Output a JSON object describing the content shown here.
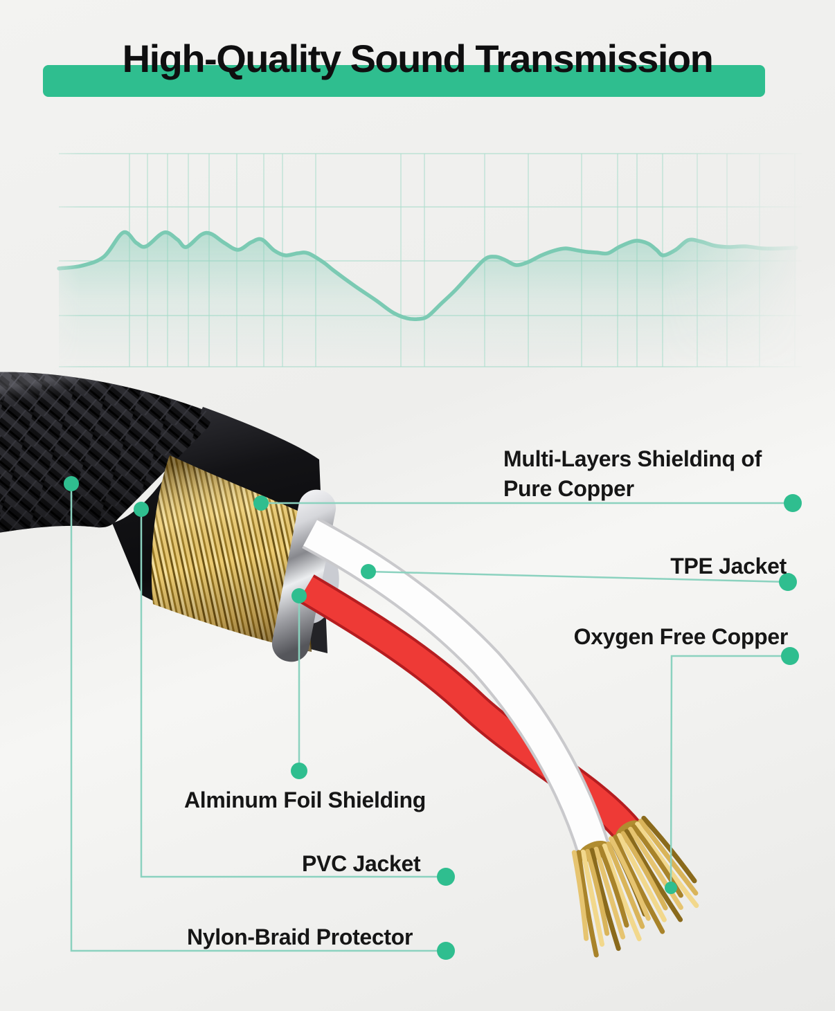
{
  "title": {
    "text": "High-Quality Sound Transmission"
  },
  "colors": {
    "accent_green": "#2fbe8f",
    "connector_line": "#8bd2bf",
    "wave_stroke": "#7bcab3",
    "grid_line": "#a9dccb",
    "text": "#161616",
    "wire_red": "#ee3a36",
    "copper_gold": "#d9b45a"
  },
  "labels": {
    "multi_layers_line1": "Multi-Layers Shieldinq of",
    "multi_layers_line2": "Pure Copper",
    "tpe": "TPE Jacket",
    "oxygen": "Oxygen Free Copper",
    "aluminum": "Alminum Foil Shielding",
    "pvc": "PVC Jacket",
    "nylon": "Nylon-Braid Protector"
  },
  "waveform": {
    "type": "area",
    "title": "",
    "x_range": [
      85,
      1158
    ],
    "y_range": [
      222,
      530
    ],
    "grid_x": [
      187,
      213,
      242,
      272,
      302,
      342,
      381,
      408,
      456,
      579,
      613,
      700,
      763,
      840,
      892,
      920,
      957,
      1007,
      1050,
      1097,
      1148
    ],
    "grid_y": [
      222,
      299,
      377,
      456,
      530
    ],
    "points": [
      [
        85,
        388
      ],
      [
        118,
        384
      ],
      [
        150,
        371
      ],
      [
        178,
        336
      ],
      [
        197,
        351
      ],
      [
        211,
        356
      ],
      [
        237,
        336
      ],
      [
        256,
        346
      ],
      [
        269,
        357
      ],
      [
        291,
        339
      ],
      [
        305,
        338
      ],
      [
        324,
        351
      ],
      [
        344,
        361
      ],
      [
        363,
        350
      ],
      [
        378,
        346
      ],
      [
        396,
        362
      ],
      [
        412,
        369
      ],
      [
        430,
        366
      ],
      [
        445,
        366
      ],
      [
        467,
        379
      ],
      [
        482,
        391
      ],
      [
        512,
        413
      ],
      [
        543,
        434
      ],
      [
        568,
        452
      ],
      [
        588,
        460
      ],
      [
        604,
        461
      ],
      [
        618,
        457
      ],
      [
        637,
        439
      ],
      [
        658,
        419
      ],
      [
        681,
        394
      ],
      [
        701,
        374
      ],
      [
        716,
        371
      ],
      [
        730,
        376
      ],
      [
        745,
        383
      ],
      [
        762,
        379
      ],
      [
        782,
        369
      ],
      [
        801,
        362
      ],
      [
        817,
        359
      ],
      [
        835,
        362
      ],
      [
        848,
        364
      ],
      [
        862,
        365
      ],
      [
        878,
        366
      ],
      [
        896,
        356
      ],
      [
        918,
        348
      ],
      [
        936,
        352
      ],
      [
        948,
        361
      ],
      [
        958,
        369
      ],
      [
        976,
        361
      ],
      [
        994,
        347
      ],
      [
        1012,
        349
      ],
      [
        1032,
        355
      ],
      [
        1052,
        357
      ],
      [
        1076,
        356
      ],
      [
        1102,
        359
      ],
      [
        1126,
        359
      ],
      [
        1150,
        358
      ]
    ]
  }
}
